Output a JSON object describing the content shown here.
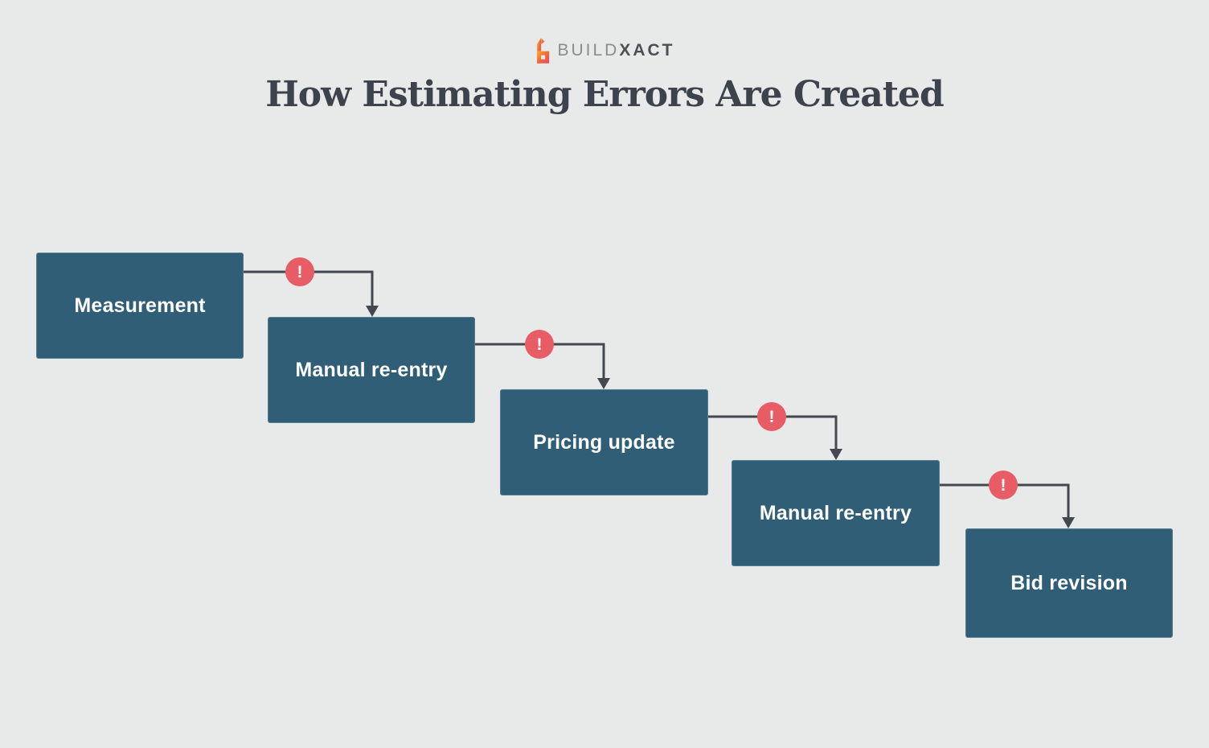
{
  "brand": {
    "icon": "buildxact-b-icon",
    "name_light": "BUILD",
    "name_bold": "XACT"
  },
  "title": "How Estimating Errors Are Created",
  "flow": {
    "badge_label": "!",
    "steps": [
      {
        "label": "Measurement"
      },
      {
        "label": "Manual re-entry"
      },
      {
        "label": "Pricing update"
      },
      {
        "label": "Manual re-entry"
      },
      {
        "label": "Bid revision"
      }
    ],
    "colors": {
      "box": "#2f5e76",
      "connector": "#43484f",
      "badge": "#e85d65",
      "title_text": "#3d434d",
      "background": "#e8eae9",
      "box_text": "#ffffff"
    }
  }
}
